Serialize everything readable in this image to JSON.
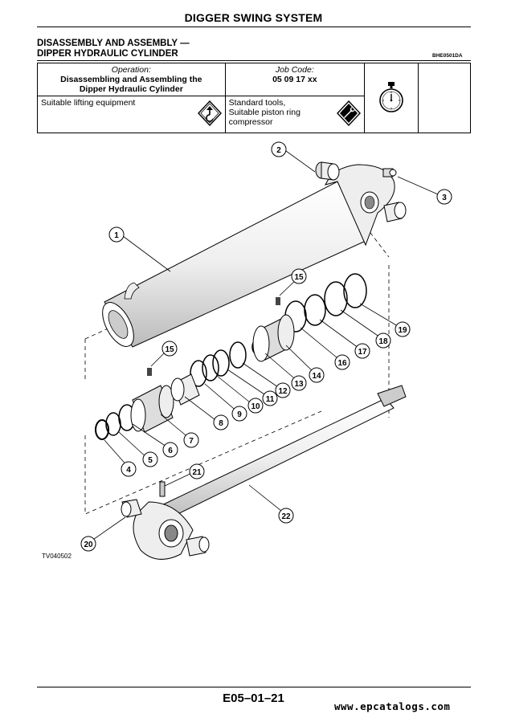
{
  "header": {
    "section_title": "DIGGER SWING SYSTEM"
  },
  "procedure": {
    "title_line1": "DISASSEMBLY AND ASSEMBLY —",
    "title_line2": "DIPPER HYDRAULIC CYLINDER",
    "ref_code": "BHE0501DA"
  },
  "table": {
    "operation_label": "Operation:",
    "operation_line1": "Disassembling and Assembling the",
    "operation_line2": "Dipper Hydraulic Cylinder",
    "job_code_label": "Job Code:",
    "job_code_value": "05 09 17 xx",
    "equipment": "Suitable lifting equipment",
    "tools_line1": "Standard tools,",
    "tools_line2": "Suitable piston ring",
    "tools_line3": "compressor",
    "icons": [
      "lifting-hook-icon",
      "wrench-icon",
      "stopwatch-icon"
    ]
  },
  "diagram": {
    "figure_id": "TV040502",
    "callouts": [
      "1",
      "2",
      "3",
      "4",
      "5",
      "6",
      "7",
      "8",
      "9",
      "10",
      "11",
      "12",
      "13",
      "14",
      "15",
      "15",
      "16",
      "17",
      "18",
      "19",
      "20",
      "21",
      "22"
    ]
  },
  "footer": {
    "page_number": "E05–01–21",
    "watermark": "www.epcatalogs.com"
  }
}
